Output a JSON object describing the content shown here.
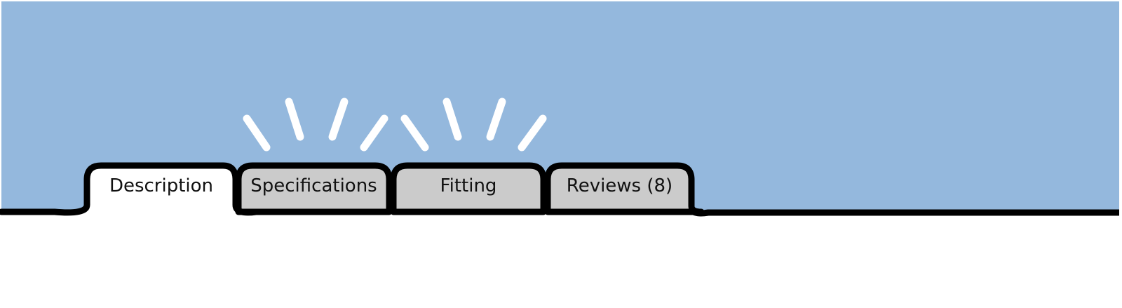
{
  "tabs": [
    {
      "label": "Description",
      "active": true
    },
    {
      "label": "Specifications",
      "active": false
    },
    {
      "label": "Fitting",
      "active": false
    },
    {
      "label": "Reviews (8)",
      "active": false
    }
  ],
  "colors": {
    "header_background": "#94b8dd",
    "active_tab": "#ffffff",
    "inactive_tab": "#cbcbcb",
    "outline": "#000000",
    "highlight_rays": "#ffffff",
    "content_background": "#ffffff"
  },
  "highlighted_tabs": [
    "Specifications",
    "Fitting"
  ],
  "icons": {
    "highlight": "attention-rays-icon"
  }
}
